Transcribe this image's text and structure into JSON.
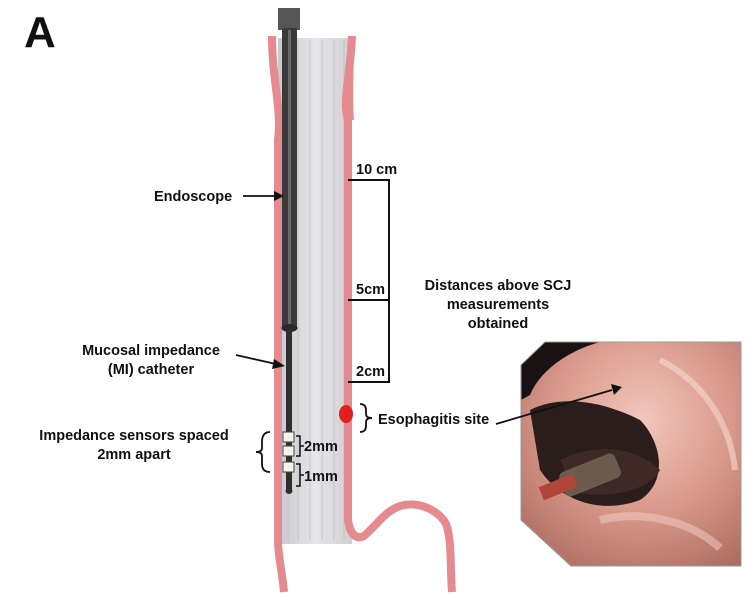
{
  "panel_letter": "A",
  "labels": {
    "endoscope": "Endoscope",
    "mi_catheter_line1": "Mucosal impedance",
    "mi_catheter_line2": "(MI) catheter",
    "sensors_line1": "Impedance sensors spaced",
    "sensors_line2": "2mm apart",
    "spacing_2mm": "2mm",
    "spacing_1mm": "1mm",
    "dist_10cm": "10 cm",
    "dist_5cm": "5cm",
    "dist_2cm": "2cm",
    "distances_line1": "Distances above SCJ",
    "distances_line2": "measurements",
    "distances_line3": "obtained",
    "esophagitis": "Esophagitis site"
  },
  "colors": {
    "esophagus_wall": "#e58a8f",
    "lumen": "#d9d9db",
    "endoscope": "#3a3a3a",
    "esophagitis_spot": "#e02020",
    "photo_tissue": "#d79a8a"
  }
}
